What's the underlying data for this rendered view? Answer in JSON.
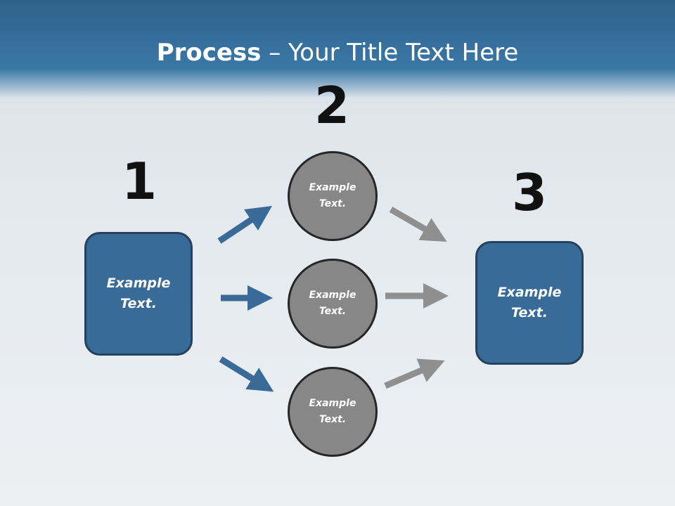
{
  "title": {
    "bold": "Process",
    "rest": " – Your Title Text Here"
  },
  "numbers": {
    "one": "1",
    "two": "2",
    "three": "3"
  },
  "left_box": {
    "line1": "Example",
    "line2": "Text."
  },
  "circles": [
    {
      "line1": "Example",
      "line2": "Text."
    },
    {
      "line1": "Example",
      "line2": "Text."
    },
    {
      "line1": "Example",
      "line2": "Text."
    }
  ],
  "right_box": {
    "line1": "Example",
    "line2": "Text."
  },
  "colors": {
    "box_fill": "#396b98",
    "circle_fill": "#878787",
    "blue_arrow": "#3a6a97",
    "gray_arrow": "#8f8f8f",
    "title_bar": "#3a78a6"
  }
}
